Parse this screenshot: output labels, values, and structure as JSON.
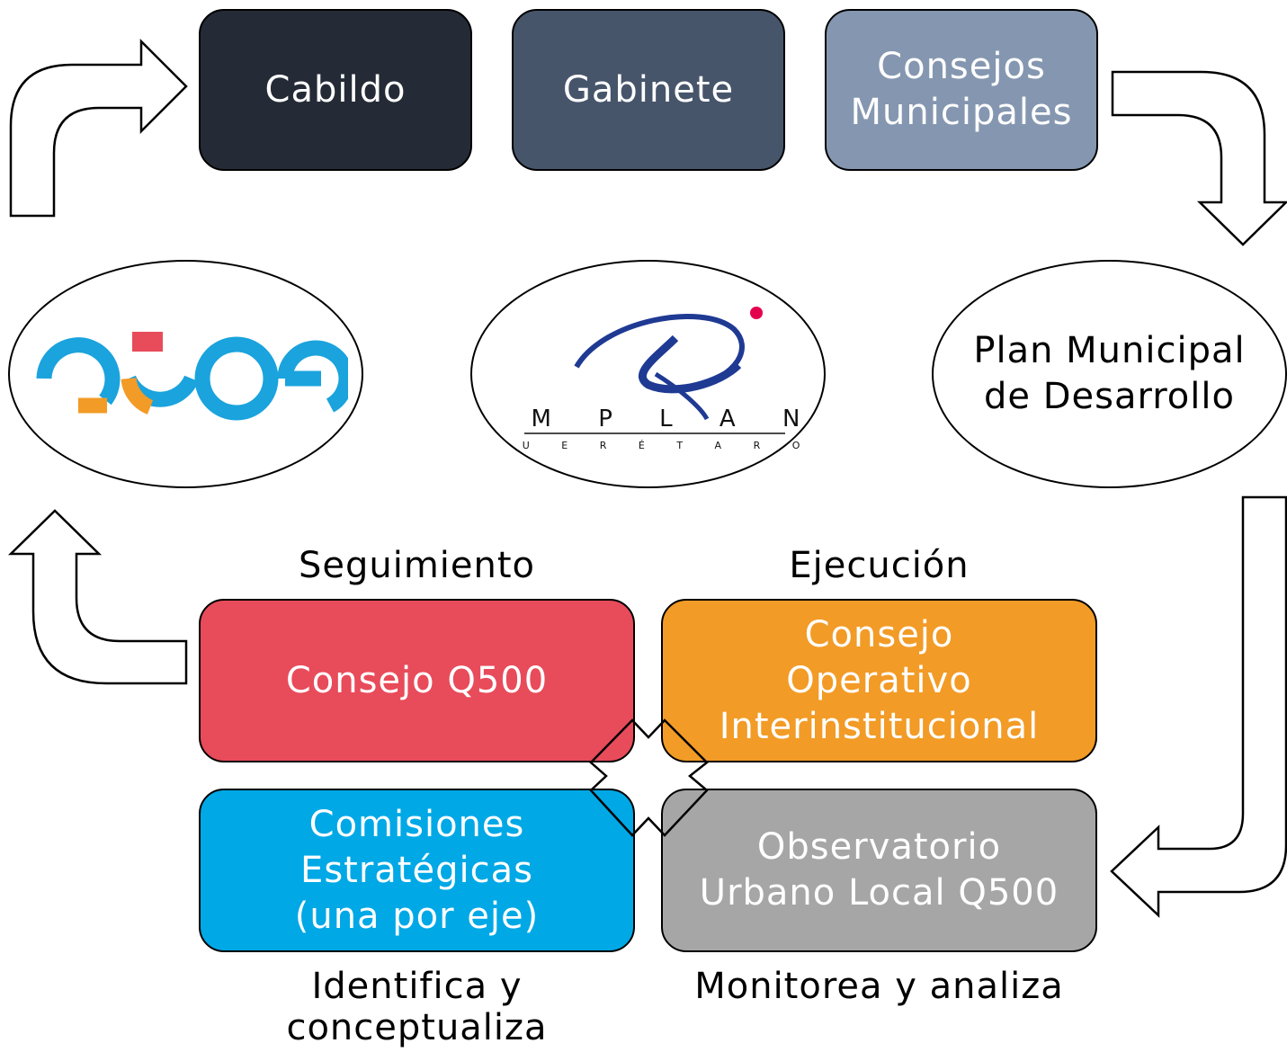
{
  "top_boxes": {
    "cabildo": {
      "label": "Cabildo",
      "color": "#252b36"
    },
    "gabinete": {
      "label": "Gabinete",
      "color": "#47556b"
    },
    "consejos": {
      "line1": "Consejos",
      "line2": "Municipales",
      "color": "#8597b0"
    }
  },
  "middle": {
    "q500_logo": {
      "icon": "q500-logo",
      "colors": [
        "#1aa3dd",
        "#f29b26",
        "#e84b5a"
      ]
    },
    "implan_logo": {
      "icon": "implan-logo",
      "word": "I M P L A N",
      "city": "Q U E R É T A R O",
      "colors": [
        "#1f3a93",
        "#e3004f"
      ]
    },
    "plan": {
      "line1": "Plan Municipal",
      "line2": "de Desarrollo"
    }
  },
  "captions": {
    "seguimiento": "Seguimiento",
    "ejecucion": "Ejecución",
    "identifica_line1": "Identifica y",
    "identifica_line2": "conceptualiza",
    "monitorea": "Monitorea y analiza"
  },
  "bottom_boxes": {
    "consejo_q500": {
      "label": "Consejo Q500",
      "color": "#e84b5a"
    },
    "consejo_operativo": {
      "line1": "Consejo",
      "line2": "Operativo",
      "line3": "Interinstitucional",
      "color": "#f29b26"
    },
    "comisiones": {
      "line1": "Comisiones",
      "line2": "Estratégicas",
      "line3": "(una por eje)",
      "color": "#00a8e6"
    },
    "observatorio": {
      "line1": "Observatorio",
      "line2": "Urbano Local Q500",
      "color": "#a6a6a6"
    }
  },
  "center_icon": "cross-outline-icon",
  "flow_arrows": [
    "curved-arrow-up-right-icon",
    "curved-arrow-right-down-icon",
    "curved-arrow-down-left-icon",
    "curved-arrow-left-up-icon"
  ]
}
